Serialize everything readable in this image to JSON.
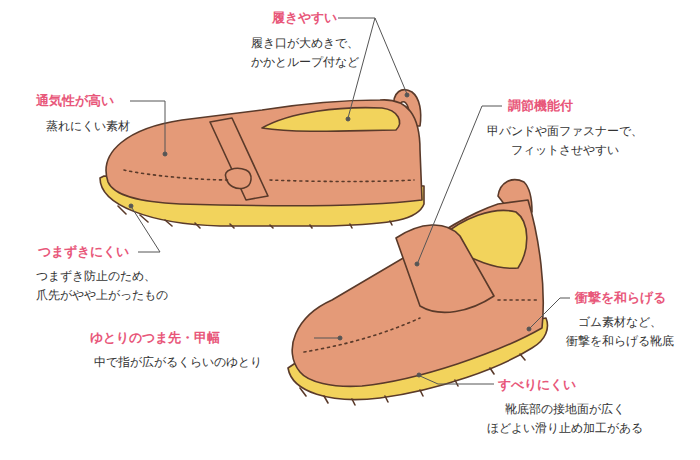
{
  "diagram": {
    "labels": [
      "履きやすい",
      "履き口が大めきで、 かかとループ付など",
      "通気性が高い",
      "蒸れにくい素材",
      "調節機能付",
      "甲バンドや面ファスナーで、 フィットさせやすい",
      "つまずきにくい",
      "つまずき防止のため、 爪先がやや上がったもの",
      "衝撃を和らげる",
      "ゴム素材など、 衝撃を和らげる靴底",
      "ゆとりのつま先・甲幅",
      "中で指が広がるくらいのゆとり",
      "すべりにくい",
      "靴底部の接地面が広く ほどよい滑り止め加工がある"
    ]
  }
}
